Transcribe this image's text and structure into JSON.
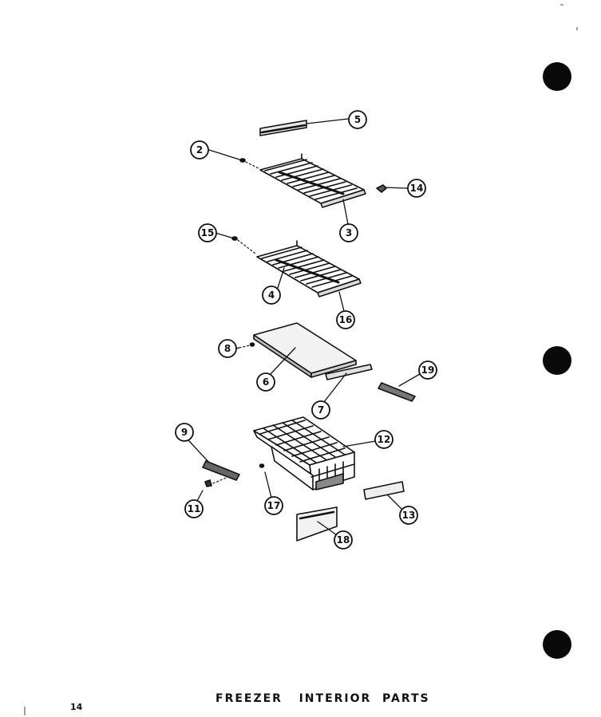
{
  "caption": "FREEZER   INTERIOR  PARTS",
  "page_number": "14",
  "callouts": [
    "5",
    "2",
    "14",
    "3",
    "15",
    "4",
    "16",
    "8",
    "6",
    "19",
    "7",
    "9",
    "12",
    "11",
    "17",
    "13",
    "18"
  ]
}
